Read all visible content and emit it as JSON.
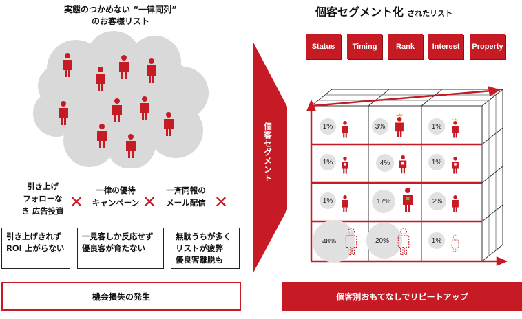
{
  "left": {
    "title": "実態のつかめない “一律同列”\nのお客様リスト",
    "negatives": [
      "引き上げ\nフォローな\nき 広告投資",
      "一律の優待\nキャンペーン",
      "一斉同報の\nメール配信"
    ],
    "results": [
      "引き上げきれず\nROI 上がらない",
      "一見客しか反応せず\n優良客が育たない",
      "無駄うちが多く\nリストが疲弊\n優良客離脱も"
    ],
    "footer": "機会損失の発生"
  },
  "arrow_label": "個客セグメント",
  "right": {
    "title_main": "個客セグメント化",
    "title_sub": "されたリスト",
    "tags": [
      "Status",
      "Timing",
      "Rank",
      "Interest",
      "Property"
    ],
    "cells": [
      [
        "1%",
        "3%",
        "1%"
      ],
      [
        "1%",
        "4%",
        "1%"
      ],
      [
        "1%",
        "17%",
        "2%"
      ],
      [
        "48%",
        "20%",
        "1%"
      ]
    ],
    "footer": "個客別おもてなしでリピートアップ"
  },
  "colors": {
    "accent": "#c61a24",
    "cloud": "#d9d9d9",
    "bubble": "#e1e1e1"
  }
}
